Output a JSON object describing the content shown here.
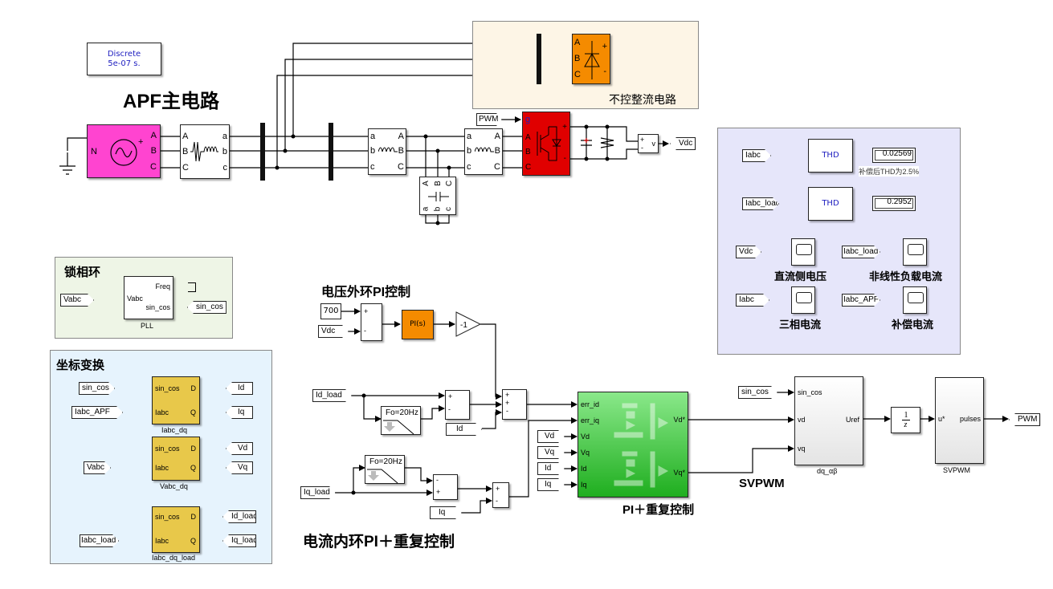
{
  "solver": {
    "line1": "Discrete",
    "line2": "5e-07 s."
  },
  "titles": {
    "main_circuit": "APF主电路",
    "rectifier": "不控整流电路",
    "pll_area": "锁相环",
    "coord_area": "坐标变换",
    "voltage_loop": "电压外环PI控制",
    "current_loop": "电流内环PI＋重复控制",
    "pi_repeat": "PI＋重复控制",
    "svpwm": "SVPWM"
  },
  "power": {
    "source_ports": {
      "n": "N",
      "a": "A",
      "b": "B",
      "c": "C",
      "plus": "+"
    },
    "rl_ports": {
      "in": [
        "A",
        "B",
        "C"
      ],
      "out": [
        "a",
        "b",
        "c"
      ]
    },
    "transformer_ports": {
      "in": [
        "a",
        "b",
        "c"
      ],
      "out": [
        "A",
        "B",
        "C"
      ]
    },
    "filter_cap_ports": {
      "top": [
        "A",
        "B",
        "C"
      ],
      "bottom": [
        "a",
        "b",
        "c"
      ]
    },
    "rectifier_ports": {
      "in": [
        "A",
        "B",
        "C"
      ],
      "plus": "+",
      "minus": "-"
    },
    "inverter_ports": {
      "g": "g",
      "in": [
        "A",
        "B",
        "C"
      ],
      "plus": "+",
      "minus": "-"
    },
    "vmeter": {
      "plus": "+",
      "minus": "-",
      "out": "v"
    },
    "pwm_from": "PWM",
    "vdc_goto": "Vdc"
  },
  "measure": {
    "thd1_in": "Iabc",
    "thd1_label": "THD",
    "thd1_value": "0.02569",
    "thd1_note": "补偿后THD为2.5%",
    "thd2_in": "Iabc_load",
    "thd2_label": "THD",
    "thd2_value": "0.2952",
    "scopes": [
      {
        "in": "Vdc",
        "label": "直流侧电压"
      },
      {
        "in": "Iabc_load",
        "label": "非线性负载电流"
      },
      {
        "in": "Iabc",
        "label": "三相电流"
      },
      {
        "in": "Iabc_APF",
        "label": "补偿电流"
      }
    ]
  },
  "pll": {
    "in_tag": "Vabc",
    "port_in": "Vabc",
    "port_freq": "Freq",
    "port_sincos": "sin_cos",
    "out_tag": "sin_cos",
    "name": "PLL"
  },
  "coord": {
    "inputs": [
      "sin_cos",
      "Iabc_APF",
      "Vabc",
      "Iabc_load"
    ],
    "blocks": [
      {
        "name": "Iabc_dq",
        "in1": "sin_cos",
        "in2": "Iabc",
        "out1": "D",
        "out2": "Q",
        "tags": [
          "Id",
          "Iq"
        ]
      },
      {
        "name": "Vabc_dq",
        "in1": "sin_cos",
        "in2": "Iabc",
        "out1": "D",
        "out2": "Q",
        "tags": [
          "Vd",
          "Vq"
        ]
      },
      {
        "name": "Iabc_dq_load",
        "in1": "sin_cos",
        "in2": "Iabc",
        "out1": "D",
        "out2": "Q",
        "tags": [
          "Id_load",
          "Iq_load"
        ]
      }
    ]
  },
  "vloop": {
    "const": "700",
    "vdc_tag": "Vdc",
    "sum_signs": [
      "+",
      "-"
    ],
    "pi_label": "PI(s)",
    "gain": "-1"
  },
  "iloop": {
    "id_load_tag": "Id_load",
    "iq_load_tag": "Iq_load",
    "lpf_label": "Fo=20Hz",
    "id_tag": "Id",
    "iq_tag": "Iq",
    "sum1_signs": [
      "+",
      "-"
    ],
    "sum2_signs": [
      "+",
      "+",
      "-"
    ],
    "sum3_signs": [
      "-",
      "+"
    ],
    "sum4_signs": [
      "+",
      "-"
    ],
    "ctrl_inputs": [
      "err_id",
      "err_iq",
      "Vd",
      "Vq",
      "Id",
      "Iq"
    ],
    "ctrl_tags": [
      "Vd",
      "Vq",
      "Id",
      "Iq"
    ],
    "ctrl_outputs": [
      "Vd*",
      "Vq*"
    ]
  },
  "svpwm_chain": {
    "sincos_tag": "sin_cos",
    "dq_ports_in": [
      "sin_cos",
      "vd",
      "vq"
    ],
    "dq_port_out": "Uref",
    "dq_name": "dq_αβ",
    "delay_num": "1",
    "delay_den": "z",
    "svpwm_in": "u*",
    "svpwm_out": "pulses",
    "svpwm_name": "SVPWM",
    "pwm_goto": "PWM"
  },
  "colors": {
    "source": "#ff44d0",
    "rectifier": "#f58b00",
    "inverter": "#e00000",
    "pi_block": "#f58b00",
    "ctrl_block": "#3cc43c",
    "dq_block": "#e8c84a",
    "rect_area": "#fdf5e6",
    "measure_area": "#e6e6fa",
    "pll_area": "#eef5e6",
    "coord_area": "#e6f3fd",
    "label_blue": "#2020c0"
  }
}
